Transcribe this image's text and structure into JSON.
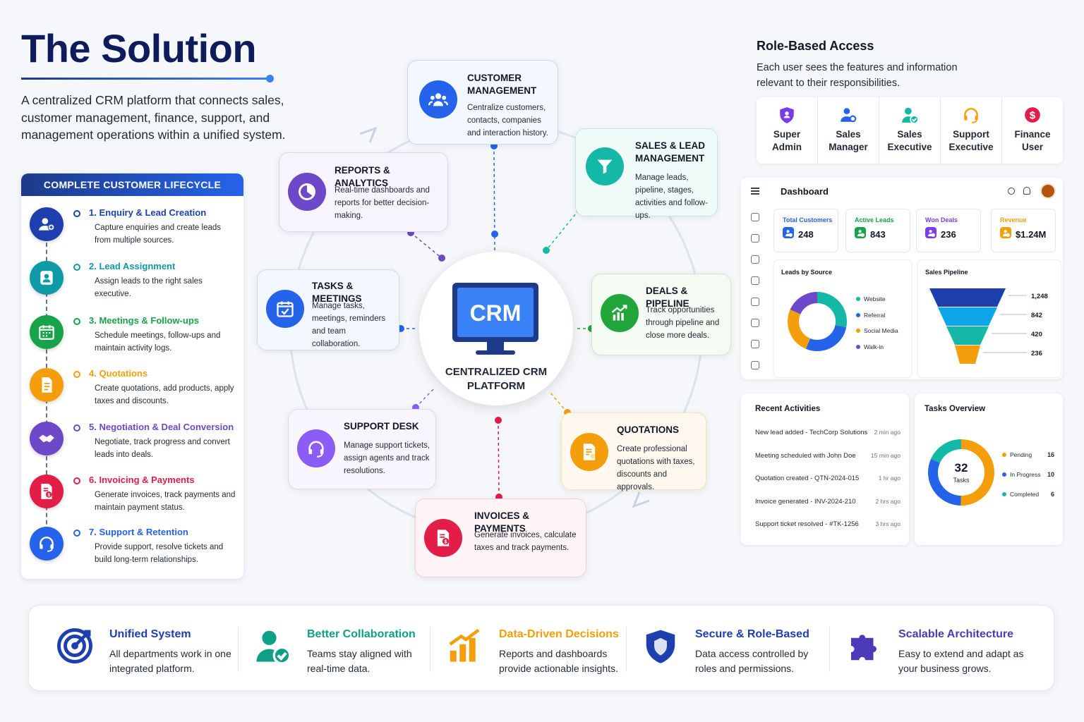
{
  "title": "The Solution",
  "intro": "A centralized CRM platform that connects sales, customer management, finance, support, and management operations within a unified system.",
  "lifecycle": {
    "heading": "COMPLETE CUSTOMER LIFECYCLE",
    "steps": [
      {
        "title": "1. Enquiry & Lead Creation",
        "desc": "Capture enquiries and create leads from multiple sources.",
        "color": "#1e40af",
        "icon": "user-plus-icon"
      },
      {
        "title": "2. Lead Assignment",
        "desc": "Assign leads to the right sales executive.",
        "color": "#0e9aa7",
        "icon": "user-badge-icon"
      },
      {
        "title": "3. Meetings & Follow-ups",
        "desc": "Schedule meetings, follow-ups and maintain activity logs.",
        "color": "#16a34a",
        "icon": "calendar-icon"
      },
      {
        "title": "4. Quotations",
        "desc": "Create quotations, add products, apply taxes and discounts.",
        "color": "#f59e0b",
        "icon": "document-icon"
      },
      {
        "title": "5. Negotiation & Deal Conversion",
        "desc": "Negotiate, track progress and convert leads into deals.",
        "color": "#6d48c8",
        "icon": "handshake-icon"
      },
      {
        "title": "6. Invoicing & Payments",
        "desc": "Generate invoices, track payments and maintain payment status.",
        "color": "#e11d48",
        "icon": "invoice-icon"
      },
      {
        "title": "7. Support & Retention",
        "desc": "Provide support, resolve tickets and build long-term relationships.",
        "color": "#2563eb",
        "icon": "headset-icon"
      }
    ]
  },
  "hub": {
    "screen_text": "CRM",
    "label": "CENTRALIZED CRM PLATFORM",
    "modules": [
      {
        "key": "customer",
        "title": "CUSTOMER MANAGEMENT",
        "desc": "Centralize customers, contacts, companies and interaction history.",
        "color": "#2563eb",
        "icon": "users-icon"
      },
      {
        "key": "sales",
        "title": "SALES & LEAD MANAGEMENT",
        "desc": "Manage leads, pipeline, stages, activities and follow-ups.",
        "color": "#14b8a6",
        "icon": "funnel-icon"
      },
      {
        "key": "deals",
        "title": "DEALS & PIPELINE",
        "desc": "Track opportunities through pipeline and close more deals.",
        "color": "#22a53a",
        "icon": "growth-chart-icon"
      },
      {
        "key": "quotes",
        "title": "QUOTATIONS",
        "desc": "Create professional quotations with taxes, discounts and approvals.",
        "color": "#f59e0b",
        "icon": "quote-document-icon"
      },
      {
        "key": "invoices",
        "title": "INVOICES & PAYMENTS",
        "desc": "Generate invoices, calculate taxes and track payments.",
        "color": "#e11d48",
        "icon": "invoice-icon"
      },
      {
        "key": "support",
        "title": "SUPPORT DESK",
        "desc": "Manage support tickets, assign agents and track resolutions.",
        "color": "#8b5cf6",
        "icon": "headset-icon"
      },
      {
        "key": "tasks",
        "title": "TASKS & MEETINGS",
        "desc": "Manage tasks, meetings, reminders and team collaboration.",
        "color": "#2563eb",
        "icon": "task-calendar-icon"
      },
      {
        "key": "reports",
        "title": "REPORTS & ANALYTICS",
        "desc": "Real-time dashboards and reports for better decision-making.",
        "color": "#6d48c8",
        "icon": "pie-chart-icon"
      }
    ]
  },
  "roles": {
    "title": "Role-Based Access",
    "desc": "Each user sees the features and information relevant to their responsibilities.",
    "items": [
      {
        "label": "Super Admin",
        "color": "#7c3aed",
        "icon": "shield-user-icon"
      },
      {
        "label": "Sales Manager",
        "color": "#2563eb",
        "icon": "user-gear-icon"
      },
      {
        "label": "Sales Executive",
        "color": "#14b8a6",
        "icon": "user-check-icon"
      },
      {
        "label": "Support Executive",
        "color": "#f59e0b",
        "icon": "headset-icon"
      },
      {
        "label": "Finance User",
        "color": "#e11d48",
        "icon": "dollar-icon"
      }
    ]
  },
  "dashboard": {
    "title": "Dashboard",
    "stats": [
      {
        "label": "Total Customers",
        "value": "248",
        "color": "#2563eb"
      },
      {
        "label": "Active Leads",
        "value": "843",
        "color": "#16a34a"
      },
      {
        "label": "Won Deals",
        "value": "236",
        "color": "#7c3aed"
      },
      {
        "label": "Revenue",
        "value": "$1.24M",
        "color": "#f59e0b"
      }
    ],
    "leads_by_source": {
      "title": "Leads by Source",
      "legend": [
        {
          "name": "Website",
          "color": "#14b8a6"
        },
        {
          "name": "Referral",
          "color": "#2563eb"
        },
        {
          "name": "Social Media",
          "color": "#f59e0b"
        },
        {
          "name": "Walk-in",
          "color": "#6d48c8"
        }
      ]
    },
    "pipeline": {
      "title": "Sales Pipeline",
      "values": [
        "1,248",
        "842",
        "420",
        "236"
      ],
      "colors": [
        "#1e40af",
        "#0ea5e9",
        "#14b8a6",
        "#f59e0b"
      ]
    }
  },
  "activities": {
    "title": "Recent Activities",
    "items": [
      {
        "text": "New lead added - TechCorp Solutions",
        "time": "2 min ago"
      },
      {
        "text": "Meeting scheduled with John Doe",
        "time": "15 min ago"
      },
      {
        "text": "Quotation created - QTN-2024-015",
        "time": "1 hr ago"
      },
      {
        "text": "Invoice generated - INV-2024-210",
        "time": "2 hrs ago"
      },
      {
        "text": "Support ticket resolved - #TK-1256",
        "time": "3 hrs ago"
      }
    ]
  },
  "tasks": {
    "title": "Tasks Overview",
    "total": "32",
    "total_label": "Tasks",
    "legend": [
      {
        "name": "Pending",
        "value": "16",
        "color": "#f59e0b"
      },
      {
        "name": "In Progress",
        "value": "10",
        "color": "#2563eb"
      },
      {
        "name": "Completed",
        "value": "6",
        "color": "#14b8a6"
      }
    ]
  },
  "benefits": [
    {
      "title": "Unified System",
      "desc": "All departments work in one integrated platform.",
      "color": "#1e40af",
      "icon": "target-icon"
    },
    {
      "title": "Better Collaboration",
      "desc": "Teams stay aligned with real-time data.",
      "color": "#0f9f86",
      "icon": "user-check-icon"
    },
    {
      "title": "Data-Driven Decisions",
      "desc": "Reports and dashboards provide actionable insights.",
      "color": "#f59e0b",
      "icon": "bar-growth-icon"
    },
    {
      "title": "Secure & Role-Based",
      "desc": "Data access controlled by roles and permissions.",
      "color": "#1e40af",
      "icon": "shield-icon"
    },
    {
      "title": "Scalable Architecture",
      "desc": "Easy to extend and adapt as your business grows.",
      "color": "#4c3bb8",
      "icon": "puzzle-icon"
    }
  ]
}
